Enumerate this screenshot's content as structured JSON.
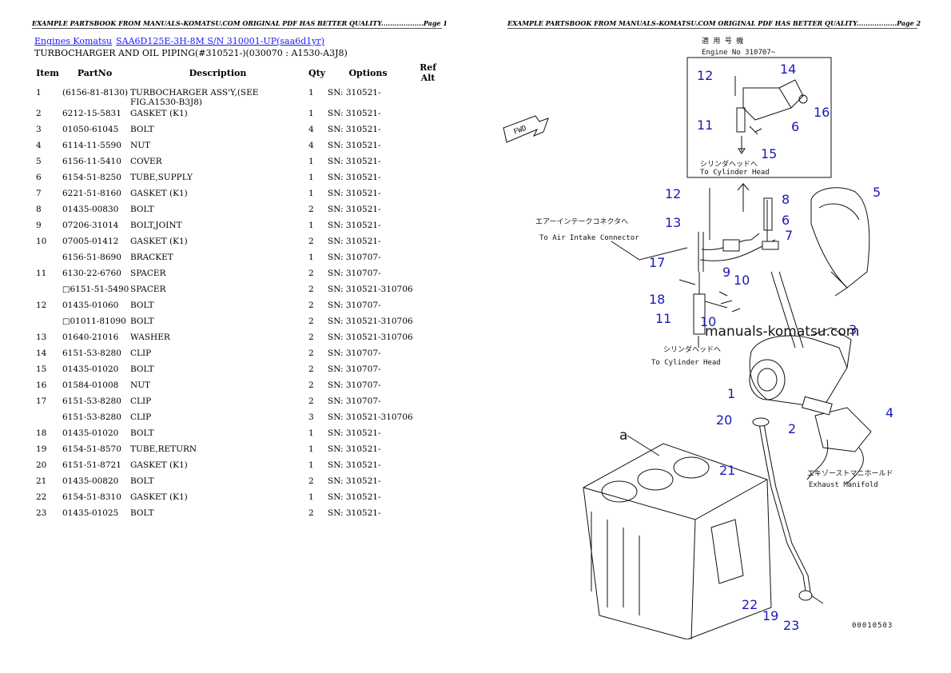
{
  "header": {
    "left": "EXAMPLE PARTSBOOK FROM MANUALS-KOMATSU.COM ORIGINAL PDF HAS BETTER QUALITY...................Page 1",
    "right": "EXAMPLE PARTSBOOK FROM MANUALS-KOMATSU.COM ORIGINAL PDF HAS BETTER QUALITY..................Page 2"
  },
  "breadcrumb": {
    "link1": "Engines Komatsu",
    "link2": "SAA6D125E-3H-8M S/N 310001-UP(saa6d1yr)"
  },
  "subtitle": "TURBOCHARGER AND OIL PIPING(#310521-)(030070 : A1530-A3J8)",
  "table": {
    "headers": [
      "Item",
      "PartNo",
      "Description",
      "Qty",
      "Options",
      "Ref Alt"
    ],
    "rows": [
      {
        "item": "1",
        "part": "(6156-81-8130)",
        "desc": "TURBOCHARGER ASS'Y,(SEE FIG.A1530-B3J8)",
        "qty": "1",
        "opt": "SN: 310521-",
        "alt": false
      },
      {
        "item": "2",
        "part": "6212-15-5831",
        "desc": "GASKET (K1)",
        "qty": "1",
        "opt": "SN: 310521-",
        "alt": false
      },
      {
        "item": "3",
        "part": "01050-61045",
        "desc": "BOLT",
        "qty": "4",
        "opt": "SN: 310521-",
        "alt": false
      },
      {
        "item": "4",
        "part": "6114-11-5590",
        "desc": "NUT",
        "qty": "4",
        "opt": "SN: 310521-",
        "alt": false
      },
      {
        "item": "5",
        "part": "6156-11-5410",
        "desc": "COVER",
        "qty": "1",
        "opt": "SN: 310521-",
        "alt": false
      },
      {
        "item": "6",
        "part": "6154-51-8250",
        "desc": "TUBE,SUPPLY",
        "qty": "1",
        "opt": "SN: 310521-",
        "alt": false
      },
      {
        "item": "7",
        "part": "6221-51-8160",
        "desc": "GASKET (K1)",
        "qty": "1",
        "opt": "SN: 310521-",
        "alt": false
      },
      {
        "item": "8",
        "part": "01435-00830",
        "desc": "BOLT",
        "qty": "2",
        "opt": "SN: 310521-",
        "alt": false
      },
      {
        "item": "9",
        "part": "07206-31014",
        "desc": "BOLT,JOINT",
        "qty": "1",
        "opt": "SN: 310521-",
        "alt": false
      },
      {
        "item": "10",
        "part": "07005-01412",
        "desc": "GASKET (K1)",
        "qty": "2",
        "opt": "SN: 310521-",
        "alt": false
      },
      {
        "item": "",
        "part": "6156-51-8690",
        "desc": "BRACKET",
        "qty": "1",
        "opt": "SN: 310707-",
        "alt": false
      },
      {
        "item": "11",
        "part": "6130-22-6760",
        "desc": "SPACER",
        "qty": "2",
        "opt": "SN: 310707-",
        "alt": false
      },
      {
        "item": "",
        "part": "6151-51-5490",
        "desc": "SPACER",
        "qty": "2",
        "opt": "SN: 310521-310706",
        "alt": true
      },
      {
        "item": "12",
        "part": "01435-01060",
        "desc": "BOLT",
        "qty": "2",
        "opt": "SN: 310707-",
        "alt": false
      },
      {
        "item": "",
        "part": "01011-81090",
        "desc": "BOLT",
        "qty": "2",
        "opt": "SN: 310521-310706",
        "alt": true
      },
      {
        "item": "13",
        "part": "01640-21016",
        "desc": "WASHER",
        "qty": "2",
        "opt": "SN: 310521-310706",
        "alt": false
      },
      {
        "item": "14",
        "part": "6151-53-8280",
        "desc": "CLIP",
        "qty": "2",
        "opt": "SN: 310707-",
        "alt": false
      },
      {
        "item": "15",
        "part": "01435-01020",
        "desc": "BOLT",
        "qty": "2",
        "opt": "SN: 310707-",
        "alt": false
      },
      {
        "item": "16",
        "part": "01584-01008",
        "desc": "NUT",
        "qty": "2",
        "opt": "SN: 310707-",
        "alt": false
      },
      {
        "item": "17",
        "part": "6151-53-8280",
        "desc": "CLIP",
        "qty": "2",
        "opt": "SN: 310707-",
        "alt": false
      },
      {
        "item": "",
        "part": "6151-53-8280",
        "desc": "CLIP",
        "qty": "3",
        "opt": "SN: 310521-310706",
        "alt": false
      },
      {
        "item": "18",
        "part": "01435-01020",
        "desc": "BOLT",
        "qty": "1",
        "opt": "SN: 310521-",
        "alt": false
      },
      {
        "item": "19",
        "part": "6154-51-8570",
        "desc": "TUBE,RETURN",
        "qty": "1",
        "opt": "SN: 310521-",
        "alt": false
      },
      {
        "item": "20",
        "part": "6151-51-8721",
        "desc": "GASKET (K1)",
        "qty": "1",
        "opt": "SN: 310521-",
        "alt": false
      },
      {
        "item": "21",
        "part": "01435-00820",
        "desc": "BOLT",
        "qty": "2",
        "opt": "SN: 310521-",
        "alt": false
      },
      {
        "item": "22",
        "part": "6154-51-8310",
        "desc": "GASKET (K1)",
        "qty": "1",
        "opt": "SN: 310521-",
        "alt": false
      },
      {
        "item": "23",
        "part": "01435-01025",
        "desc": "BOLT",
        "qty": "2",
        "opt": "SN: 310521-",
        "alt": false
      }
    ]
  },
  "diagram": {
    "inset_jp": "適 用 号 機",
    "inset_engine": "Engine No 310707~",
    "inset_jp_cyl": "シリンダヘッドへ",
    "inset_to_cyl": "To Cylinder Head",
    "fwd": "FWD",
    "air_jp": "エアーインテークコネクタへ",
    "air_en": "To Air Intake Connector",
    "cyl_jp": "シリンダヘッドへ",
    "cyl_en": "To Cylinder Head",
    "exh_jp": "エキゾーストマニホールド",
    "exh_en": "Exhaust Manifold",
    "watermark": "manuals-komatsu.com",
    "letter_a": "a",
    "fig_no": "00010503",
    "callouts": [
      "14",
      "12",
      "16",
      "11",
      "6",
      "15",
      "12",
      "8",
      "5",
      "13",
      "6",
      "7",
      "17",
      "9",
      "10",
      "18",
      "11",
      "10",
      "3",
      "1",
      "20",
      "2",
      "4",
      "21",
      "22",
      "19",
      "23"
    ]
  }
}
